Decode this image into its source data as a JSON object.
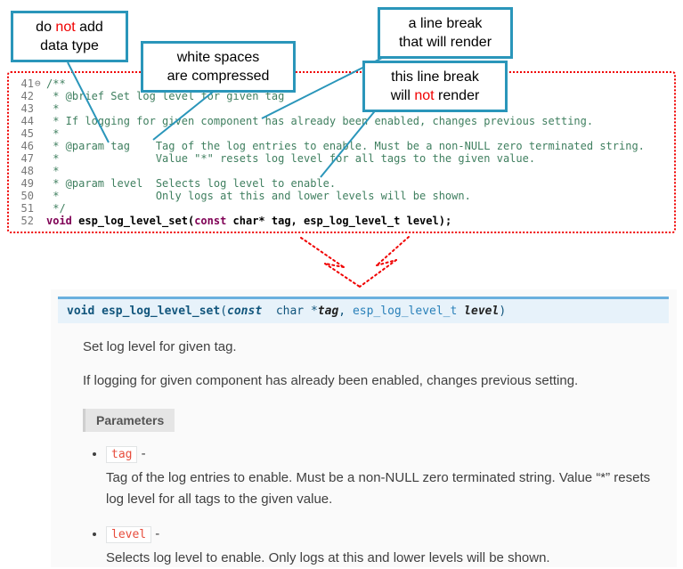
{
  "colors": {
    "callout_border_teal": "#2a96ba",
    "annotation_red": "#f00000",
    "comment_green": "#3f7f5f",
    "keyword_purple": "#7f0055",
    "signature_bg": "#e7f2fa",
    "signature_border_blue": "#6ab0de",
    "type_link_blue": "#2980b9",
    "literal_red": "#e74c3c"
  },
  "callouts": {
    "c1": {
      "l1a": "do ",
      "l1b": "not",
      "l1c": " add",
      "l2": "data type"
    },
    "c2": {
      "l1": "white spaces",
      "l2": "are compressed"
    },
    "c3": {
      "l1": "a line break",
      "l2": "that will render"
    },
    "c4": {
      "l1": "this line break",
      "l2a": "will ",
      "l2b": "not",
      "l2c": " render"
    }
  },
  "editor": {
    "lines": [
      {
        "num": "41",
        "fold": "⊖",
        "parts": [
          {
            "t": "/**",
            "c": "cm"
          }
        ]
      },
      {
        "num": "42",
        "parts": [
          {
            "t": " * @brief Set log level for given tag",
            "c": "cm"
          }
        ]
      },
      {
        "num": "43",
        "parts": [
          {
            "t": " *",
            "c": "cm"
          }
        ]
      },
      {
        "num": "44",
        "parts": [
          {
            "t": " * If logging for given component has already been enabled, changes previous setting.",
            "c": "cm"
          }
        ]
      },
      {
        "num": "45",
        "parts": [
          {
            "t": " *",
            "c": "cm"
          }
        ]
      },
      {
        "num": "46",
        "parts": [
          {
            "t": " * @param tag    Tag of the log entries to enable. Must be a non-NULL zero terminated string.",
            "c": "cm"
          }
        ]
      },
      {
        "num": "47",
        "parts": [
          {
            "t": " *               Value \"*\" resets log level for all tags to the given value.",
            "c": "cm"
          }
        ]
      },
      {
        "num": "48",
        "parts": [
          {
            "t": " *",
            "c": "cm"
          }
        ]
      },
      {
        "num": "49",
        "parts": [
          {
            "t": " * @param level  Selects log level to enable.",
            "c": "cm"
          }
        ]
      },
      {
        "num": "50",
        "parts": [
          {
            "t": " *               Only logs at this and lower levels will be shown.",
            "c": "cm"
          }
        ]
      },
      {
        "num": "51",
        "parts": [
          {
            "t": " */",
            "c": "cm"
          }
        ]
      },
      {
        "num": "52",
        "parts": [
          {
            "t": "void",
            "c": "kw"
          },
          {
            "t": " esp_log_level_set(",
            "c": "pl"
          },
          {
            "t": "const",
            "c": "kw"
          },
          {
            "t": " char* tag, esp_log_level_t level);",
            "c": "pl"
          }
        ]
      }
    ]
  },
  "docs": {
    "signature": [
      {
        "t": "void",
        "c": "kw"
      },
      {
        "t": " ",
        "c": "base"
      },
      {
        "t": "esp_log_level_set",
        "c": "name"
      },
      {
        "t": "(",
        "c": "base"
      },
      {
        "t": "const",
        "c": "kwi"
      },
      {
        "t": "  char *",
        "c": "base"
      },
      {
        "t": "tag",
        "c": "param"
      },
      {
        "t": ", ",
        "c": "base"
      },
      {
        "t": "esp_log_level_t",
        "c": "type"
      },
      {
        "t": " ",
        "c": "base"
      },
      {
        "t": "level",
        "c": "param"
      },
      {
        "t": ")",
        "c": "base"
      }
    ],
    "para1": "Set log level for given tag.",
    "para2": "If logging for given component has already been enabled, changes previous setting.",
    "parameters_label": "Parameters",
    "params": [
      {
        "name": "tag",
        "sep": "-",
        "desc": "Tag of the log entries to enable. Must be a non-NULL zero terminated string. Value “*” resets log level for all tags to the given value."
      },
      {
        "name": "level",
        "sep": "-",
        "desc": "Selects log level to enable. Only logs at this and lower levels will be shown."
      }
    ]
  }
}
